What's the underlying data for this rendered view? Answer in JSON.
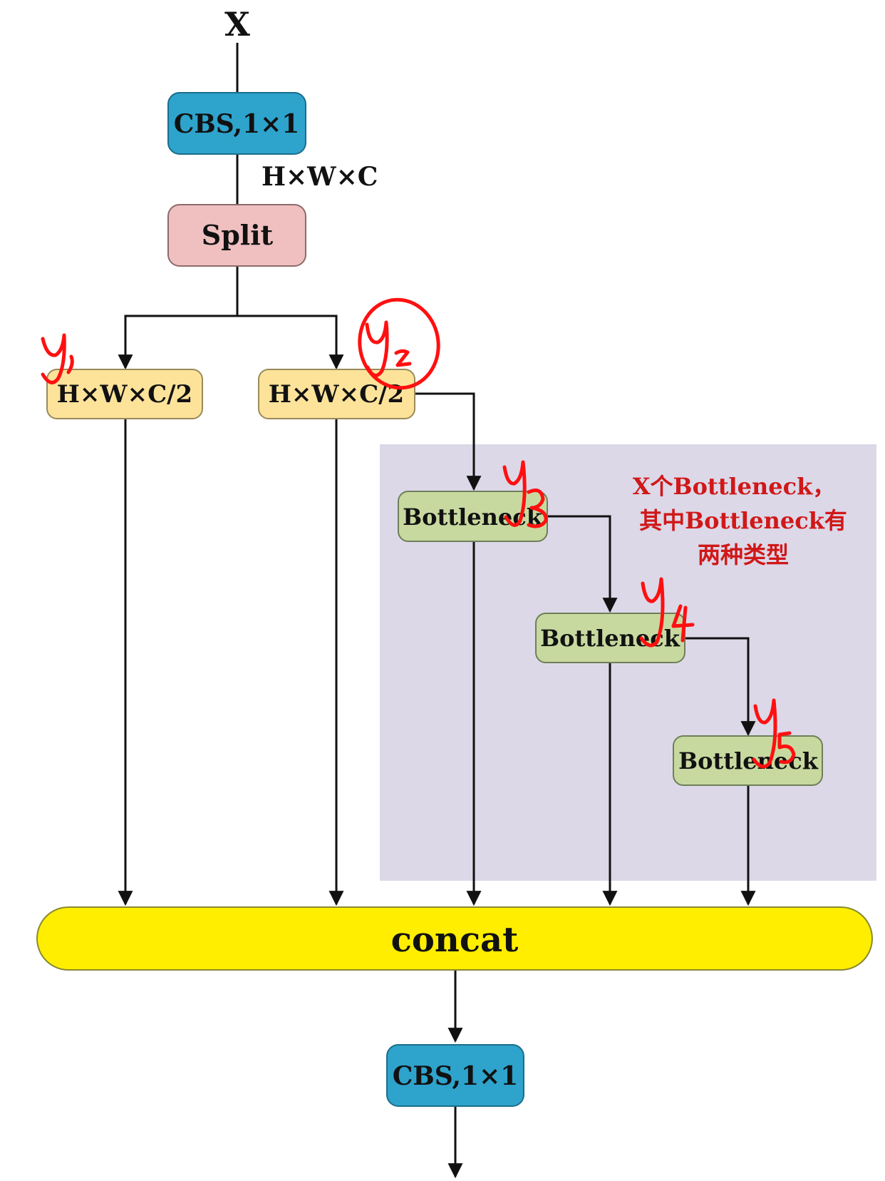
{
  "input_label": "X",
  "nodes": {
    "cbs_top": "CBS,1×1",
    "shape_after_cbs": "H×W×C",
    "split": "Split",
    "branch_left": "H×W×C/2",
    "branch_right": "H×W×C/2",
    "bottleneck_1": "Bottleneck",
    "bottleneck_2": "Bottleneck",
    "bottleneck_3": "Bottleneck",
    "concat": "concat",
    "cbs_bottom": "CBS,1×1"
  },
  "annotation": {
    "line1": "X个Bottleneck，",
    "line2": "其中Bottleneck有",
    "line3": "两种类型"
  },
  "handwritten_marks": {
    "y1": "y1",
    "y2": "y2",
    "y3": "y3",
    "y4": "y4",
    "y5": "y5"
  },
  "colors": {
    "cbs": "#2ea3cc",
    "split": "#f0c0c0",
    "branch": "#fde39a",
    "bottleneck": "#c8d9a0",
    "concat": "#ffee00",
    "bottleneck_region": "#dcd8e8",
    "annotation": "#d01818",
    "handwriting": "#ff1010"
  }
}
